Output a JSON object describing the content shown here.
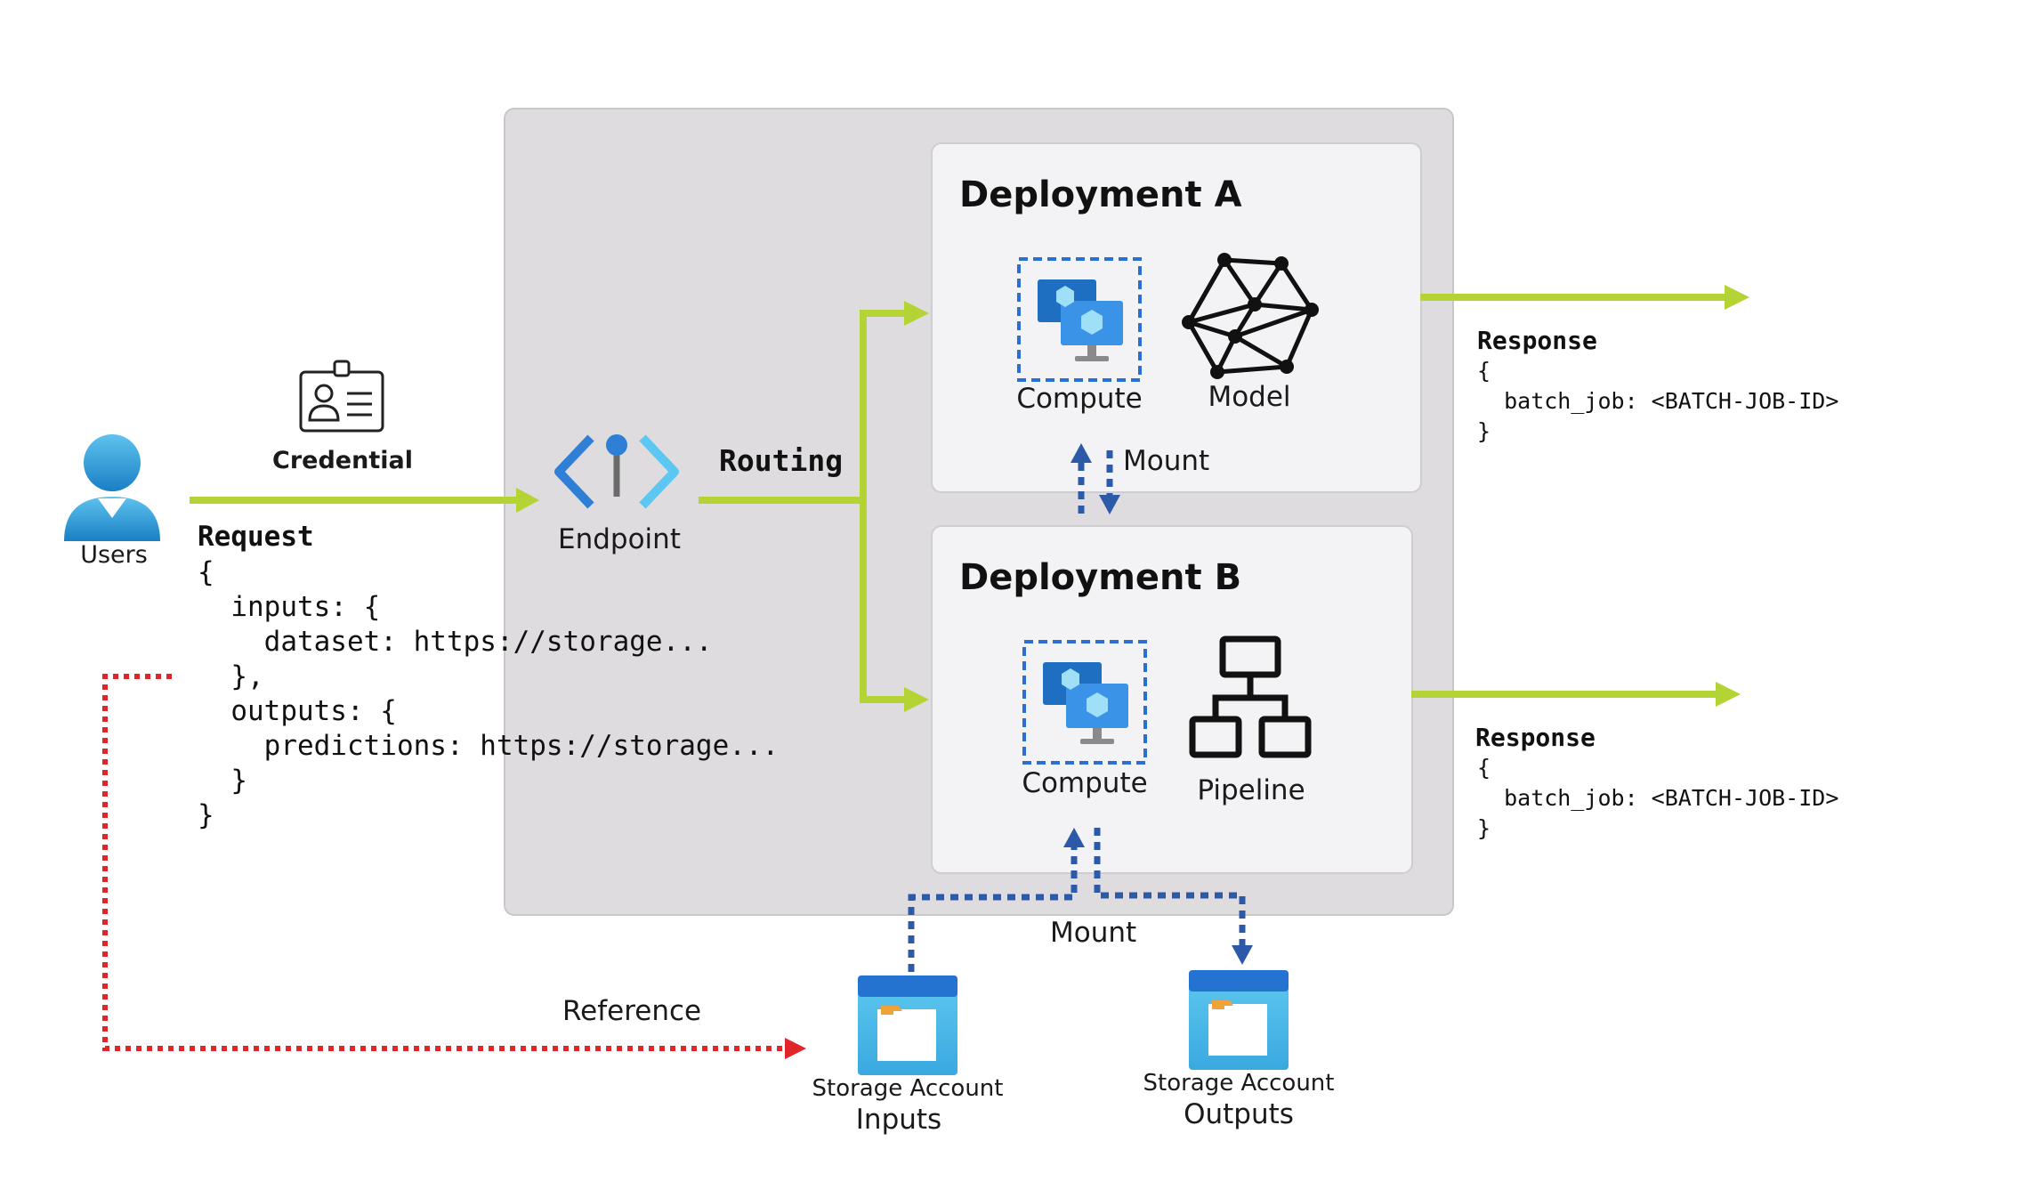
{
  "users": {
    "label": "Users"
  },
  "credential": {
    "label": "Credential"
  },
  "endpoint": {
    "label": "Endpoint"
  },
  "routing": {
    "label": "Routing"
  },
  "request": {
    "title": "Request",
    "lines": [
      "{",
      "  inputs: {",
      "    dataset: https://storage...",
      "  },",
      "  outputs: {",
      "    predictions: https://storage...",
      "  }",
      "}"
    ]
  },
  "deployment_a": {
    "title": "Deployment A",
    "compute_label": "Compute",
    "model_label": "Model"
  },
  "deployment_b": {
    "title": "Deployment B",
    "compute_label": "Compute",
    "pipeline_label": "Pipeline"
  },
  "mount_ab": {
    "label": "Mount"
  },
  "mount_storage": {
    "label": "Mount"
  },
  "response_a": {
    "title": "Response",
    "lines": [
      "{",
      "  batch_job: <BATCH-JOB-ID>",
      "}"
    ]
  },
  "response_b": {
    "title": "Response",
    "lines": [
      "{",
      "  batch_job: <BATCH-JOB-ID>",
      "}"
    ]
  },
  "reference": {
    "label": "Reference"
  },
  "storage_inputs": {
    "type_label": "Storage Account",
    "name": "Inputs"
  },
  "storage_outputs": {
    "type_label": "Storage Account",
    "name": "Outputs"
  },
  "colors": {
    "flow": "#b4d335",
    "mount": "#2d5aa8",
    "reference": "#e0262a"
  }
}
